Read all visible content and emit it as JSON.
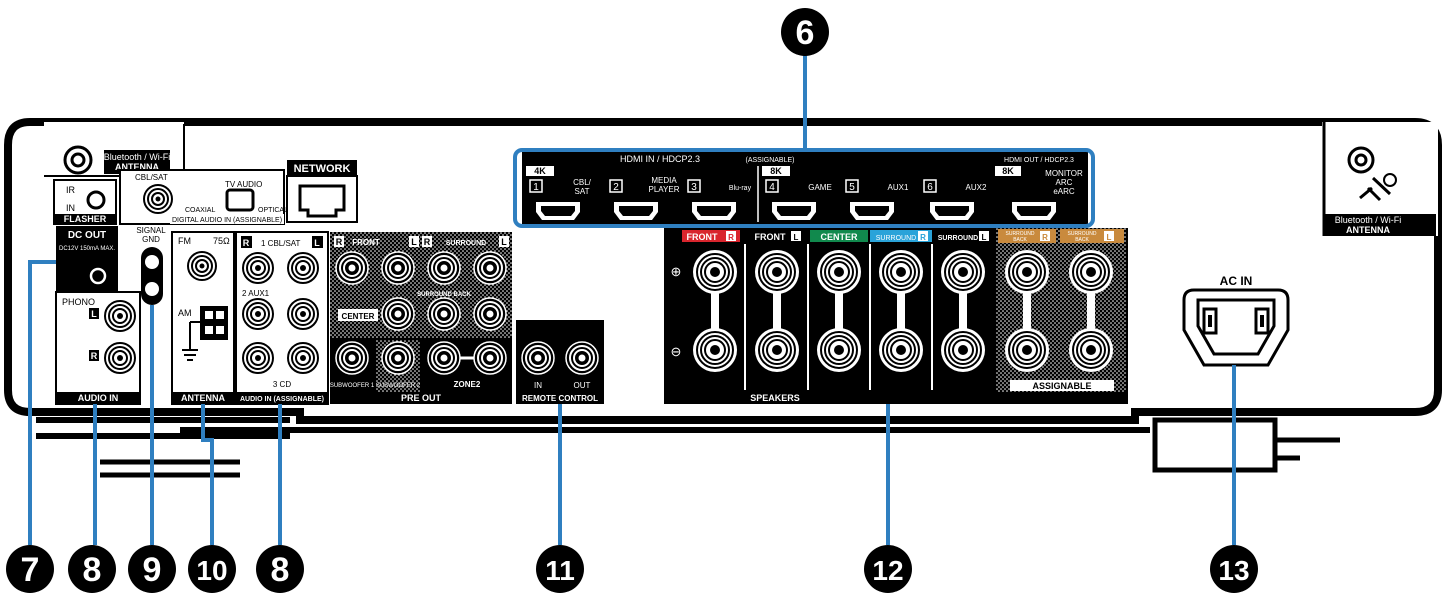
{
  "colors": {
    "panel": "#000000",
    "background": "#ffffff",
    "leader": "#2f7fc0",
    "callout": "#000000",
    "front": "#d9252d",
    "center": "#11894d",
    "surround": "#2aa3d9",
    "surround_back": "#c98a3d"
  },
  "callouts": [
    "6",
    "7",
    "8",
    "9",
    "10",
    "8",
    "11",
    "12",
    "13"
  ],
  "labels": {
    "bt_left": "Bluetooth / Wi-Fi",
    "bt_left_2": "ANTENNA",
    "ir": "IR",
    "in": "IN",
    "flasher": "FLASHER",
    "cbl_sat": "CBL/SAT",
    "coaxial": "COAXIAL",
    "tv_audio": "TV AUDIO",
    "optical": "OPTICAL",
    "digital_audio_in": "DIGITAL AUDIO IN (ASSIGNABLE)",
    "network": "NETWORK",
    "dc_out": "DC OUT",
    "dc_spec": "DC12V 150mA MAX.",
    "signal": "SIGNAL",
    "gnd": "GND",
    "fm": "FM",
    "ohm": "75Ω",
    "am": "AM",
    "antenna": "ANTENNA",
    "phono": "PHONO",
    "audio_in": "AUDIO IN",
    "l": "L",
    "r": "R",
    "cbl_sat_1": "1 CBL/SAT",
    "aux1_2": "2 AUX1",
    "cd_3": "3 CD",
    "audio_in_assignable": "AUDIO IN (ASSIGNABLE)",
    "front": "FRONT",
    "surround": "SURROUND",
    "surround_back": "SURROUND BACK",
    "center": "CENTER",
    "subwoofer_1": "SUBWOOFER 1",
    "subwoofer_2": "SUBWOOFER 2",
    "zone2": "ZONE2",
    "pre_out": "PRE OUT",
    "remote_in": "IN",
    "remote_out": "OUT",
    "remote_control": "REMOTE CONTROL",
    "hdmi_in": "HDMI IN / HDCP2.3",
    "assignable_paren": "(ASSIGNABLE)",
    "hdmi_out": "HDMI OUT / HDCP2.3",
    "k4": "4K",
    "k8": "8K",
    "k8_out": "8K",
    "n1": "1",
    "n2": "2",
    "n3": "3",
    "n4": "4",
    "n5": "5",
    "n6": "6",
    "cbl": "CBL/",
    "sat": "SAT",
    "media": "MEDIA",
    "player": "PLAYER",
    "bluray": "Blu-ray",
    "game": "GAME",
    "aux1": "AUX1",
    "aux2": "AUX2",
    "monitor": "MONITOR",
    "arc": "ARC",
    "earc": "eARC",
    "sp_front_r": "FRONT",
    "sp_front_l": "FRONT",
    "sp_center": "CENTER",
    "sp_surround_r": "SURROUND",
    "sp_surround_l": "SURROUND",
    "sp_surround_back": "SURROUND",
    "sp_back": "BACK",
    "sp_surround_back_2": "SURROUND",
    "sp_back_2": "BACK",
    "sp_r": "R",
    "sp_l": "L",
    "assignable": "ASSIGNABLE",
    "speakers": "SPEAKERS",
    "plus": "⊕",
    "minus": "⊖",
    "ac_in": "AC IN",
    "bt_right": "Bluetooth / Wi-Fi",
    "bt_right_2": "ANTENNA"
  }
}
